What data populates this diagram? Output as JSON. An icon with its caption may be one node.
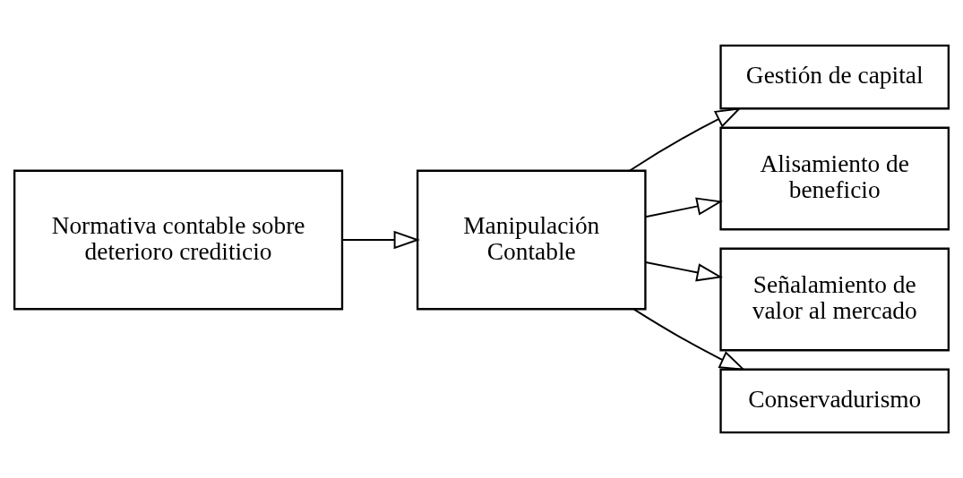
{
  "diagram": {
    "nodes": [
      {
        "text": [
          "Normativa contable sobre deterioro crediticio"
        ]
      },
      {
        "text": [
          "Manipulación Contable"
        ]
      },
      {
        "text": [
          "Gestión de capital"
        ]
      },
      {
        "text": [
          "Alisamiento de beneficio"
        ]
      },
      {
        "text": [
          "Señalamiento de valor al mercado"
        ]
      },
      {
        "text": [
          "Conservadurismo"
        ]
      }
    ],
    "edges": [
      {
        "from": 0,
        "to": 1,
        "arrow": "to"
      },
      {
        "from": 1,
        "to": 2,
        "arrow": "to"
      },
      {
        "from": 1,
        "to": 3,
        "arrow": "to"
      },
      {
        "from": 1,
        "to": 4,
        "arrow": "to"
      },
      {
        "from": 1,
        "to": 5,
        "arrow": "to"
      }
    ]
  }
}
